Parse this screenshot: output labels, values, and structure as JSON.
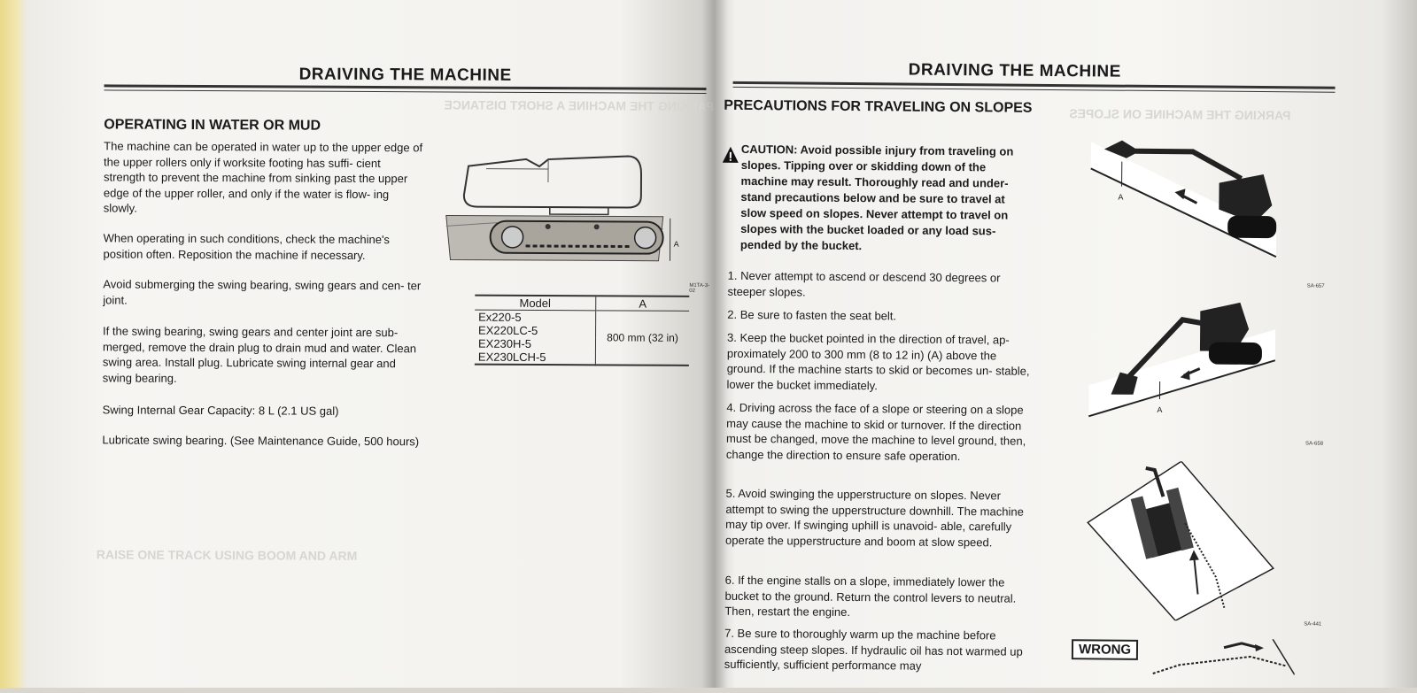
{
  "left": {
    "header": "DRAIVING THE MACHINE",
    "section": "OPERATING IN WATER OR MUD",
    "paragraphs": [
      "The machine can be operated in water up to the upper edge of the upper rollers only if worksite footing has suffi- cient strength to prevent the machine from sinking past the upper edge of the upper roller, and only if the water is flow- ing slowly.",
      "When operating in such conditions, check the machine's position often. Reposition the machine if necessary.",
      "Avoid submerging the swing bearing, swing gears and cen- ter joint.",
      "If the swing bearing, swing gears and center joint are sub- merged, remove the drain plug to drain mud and water. Clean swing area. Install plug. Lubricate swing internal gear and swing bearing.",
      "Swing Internal Gear Capacity:  8 L (2.1 US gal)",
      "Lubricate swing bearing. (See Maintenance Guide, 500 hours)"
    ],
    "figure_label": "A",
    "figure_tag": "M1TA-3-02",
    "table": {
      "headers": [
        "Model",
        "A"
      ],
      "models": [
        "Ex220-5",
        "EX220LC-5",
        "EX230H-5",
        "EX230LCH-5"
      ],
      "value": "800 mm (32 in)"
    }
  },
  "right": {
    "header": "DRAIVING THE MACHINE",
    "section": "PRECAUTIONS FOR TRAVELING ON SLOPES",
    "caution": "CAUTION:  Avoid possible injury from traveling on slopes. Tipping over or skidding down of the machine may result. Thoroughly read and under- stand precautions below and be sure to travel at slow speed on slopes. Never attempt to travel on slopes with the bucket loaded or any load sus- pended by the bucket.",
    "items": [
      "1. Never attempt to ascend or descend 30 degrees or steeper slopes.",
      "2. Be sure to fasten the seat belt.",
      "3. Keep the bucket pointed in the direction of travel, ap- proximately 200 to 300 mm (8 to 12 in)  (A) above the ground. If the machine starts to skid or becomes un- stable, lower the bucket immediately.",
      "4. Driving across the face of a slope or steering on a slope may cause the machine to skid or turnover. If the direction must be changed, move the machine to level ground, then, change the direction to ensure safe operation.",
      "5. Avoid swinging the upperstructure on slopes. Never attempt to swing the upperstructure downhill. The machine may tip over. If swinging uphill is unavoid- able, carefully operate the upperstructure and boom at slow speed.",
      "6. If the engine stalls on a slope, immediately lower the bucket to the ground. Return the control levers to neutral. Then, restart the engine.",
      "7. Be sure to thoroughly warm up the machine before ascending steep slopes. If hydraulic oil has not warmed up sufficiently, sufficient performance may"
    ],
    "fig_tags": [
      "SA-657",
      "SA-658",
      "SA-441"
    ],
    "fig_labels": [
      "A",
      "A"
    ],
    "wrong": "WRONG"
  }
}
